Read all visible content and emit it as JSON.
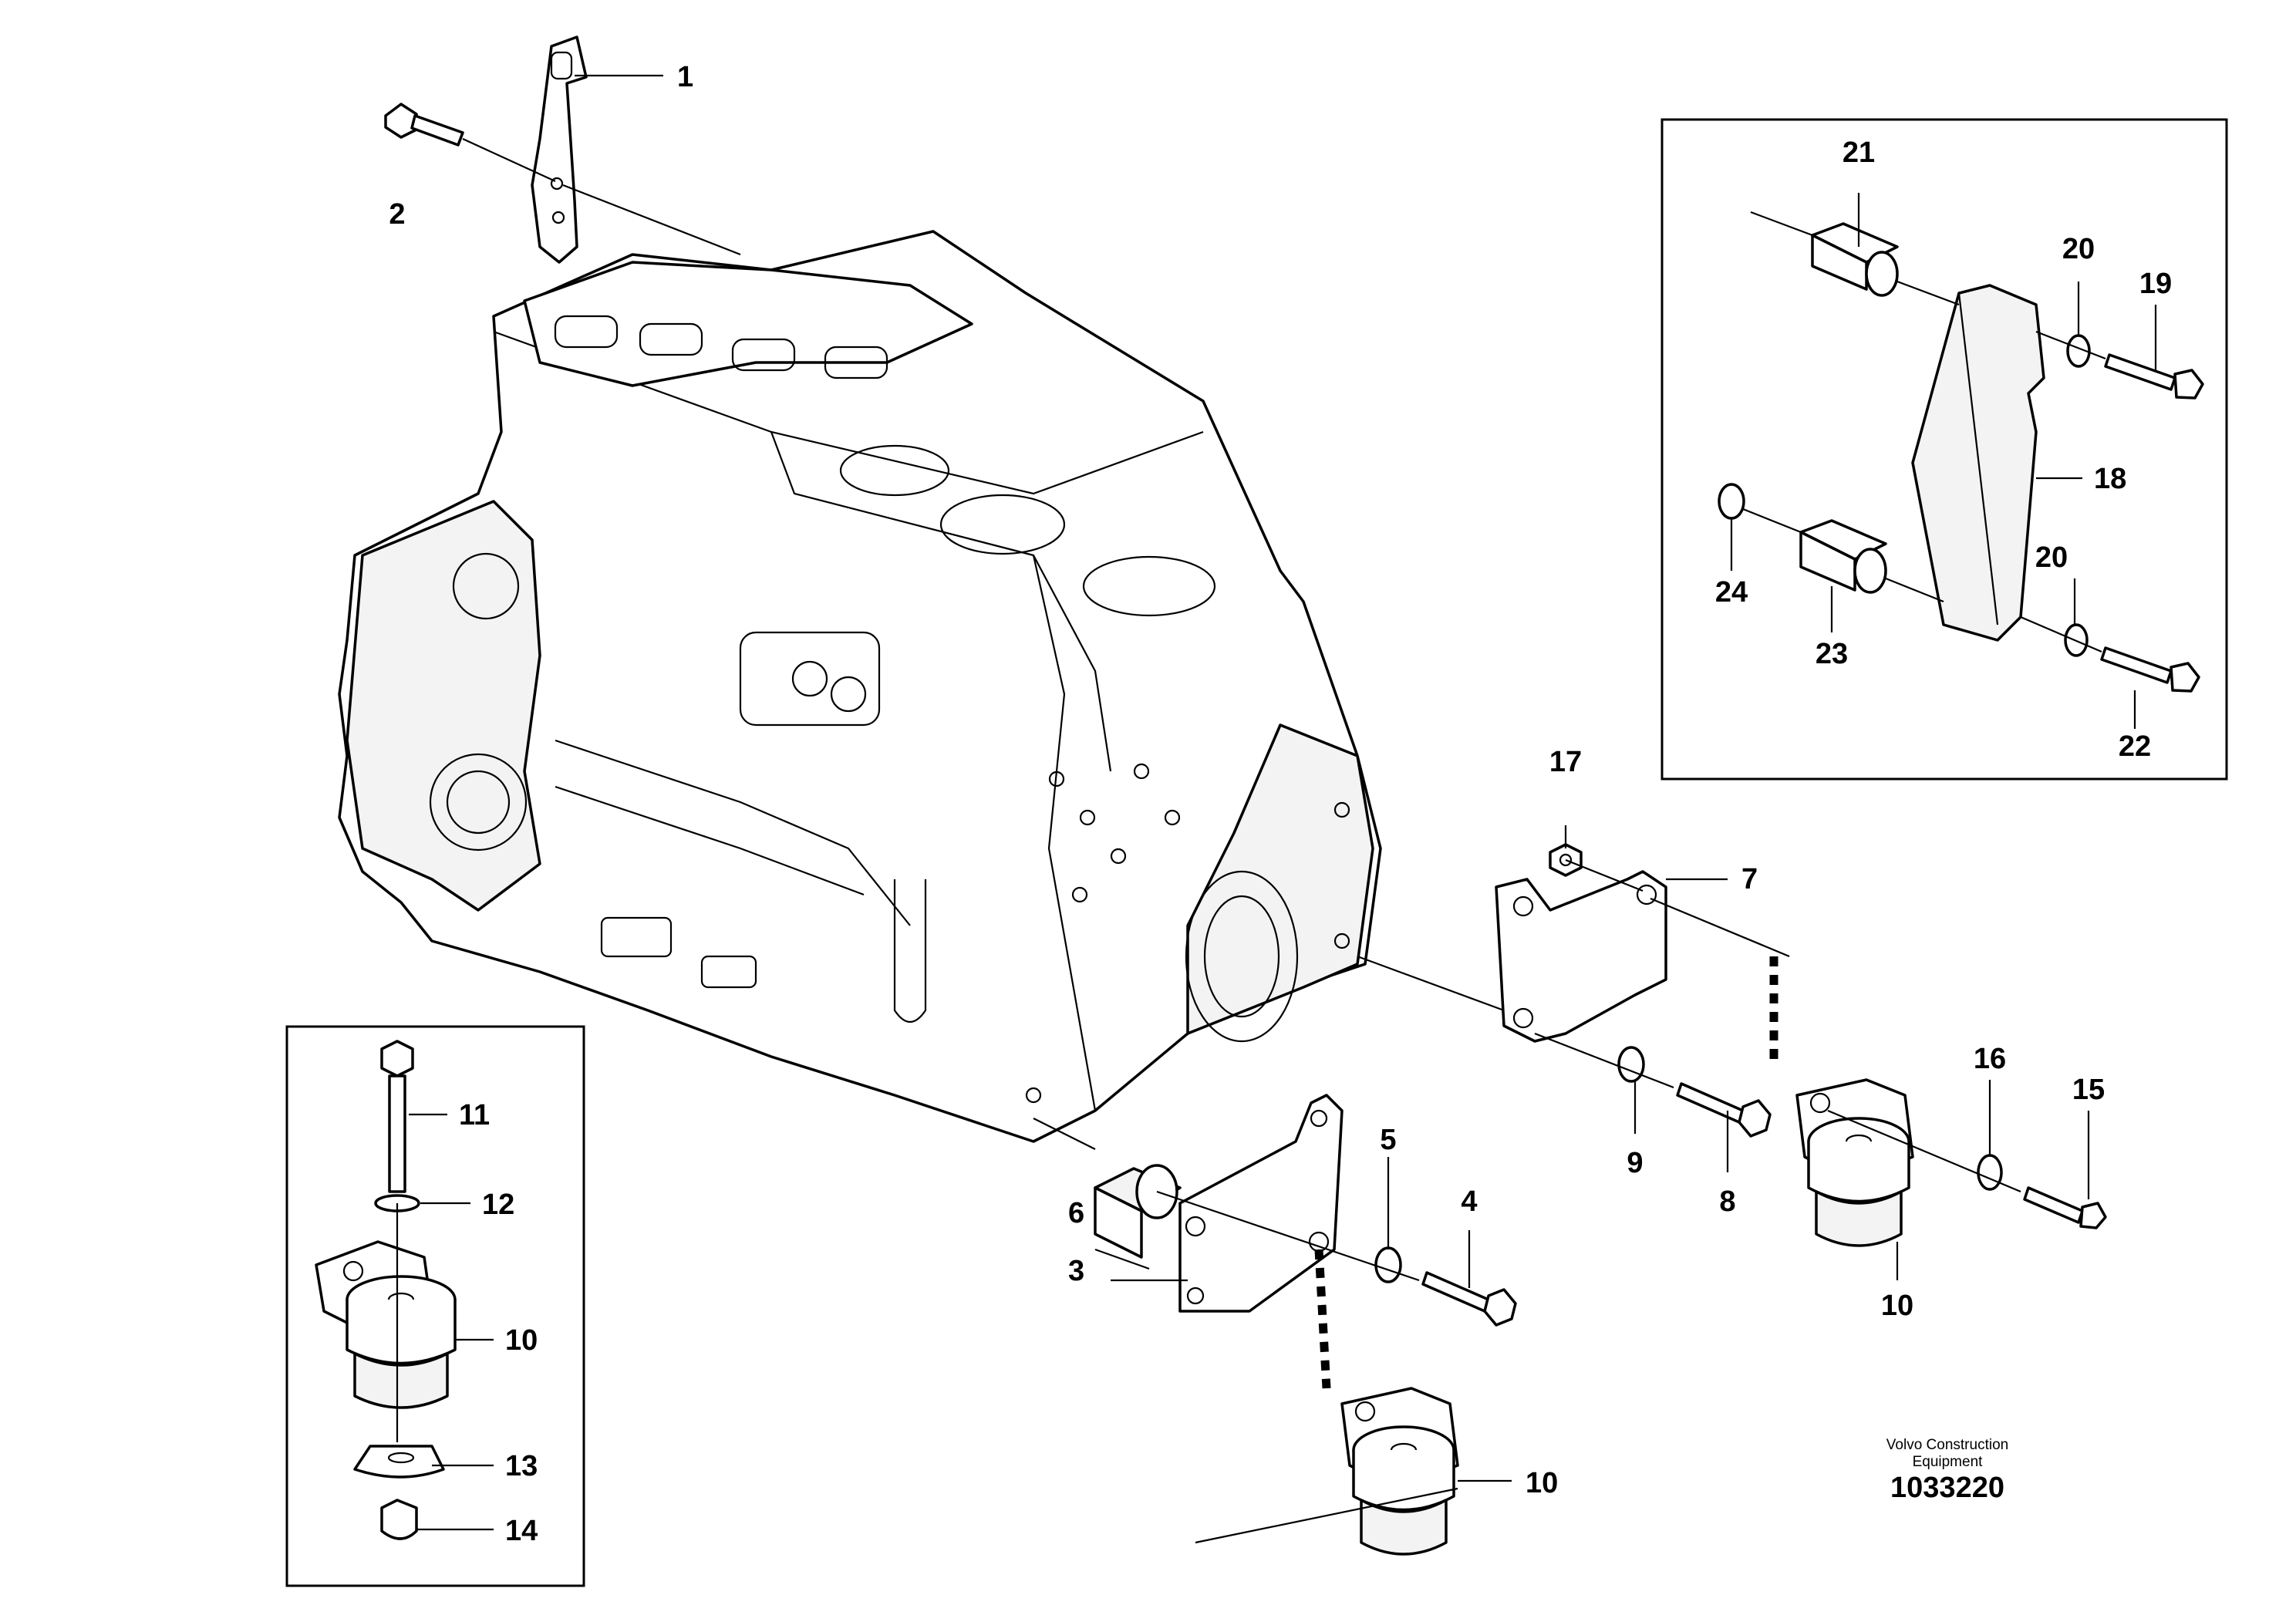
{
  "callouts": {
    "c1": "1",
    "c2": "2",
    "c3": "3",
    "c4": "4",
    "c5": "5",
    "c6": "6",
    "c7": "7",
    "c8": "8",
    "c9": "9",
    "c10a": "10",
    "c10b": "10",
    "c10c": "10",
    "c11": "11",
    "c12": "12",
    "c13": "13",
    "c14": "14",
    "c15": "15",
    "c16": "16",
    "c17": "17",
    "c18": "18",
    "c19": "19",
    "c20a": "20",
    "c20b": "20",
    "c21": "21",
    "c22": "22",
    "c23": "23",
    "c24": "24"
  },
  "caption": {
    "line1": "Volvo Construction",
    "line2": "Equipment",
    "number": "1033220"
  }
}
